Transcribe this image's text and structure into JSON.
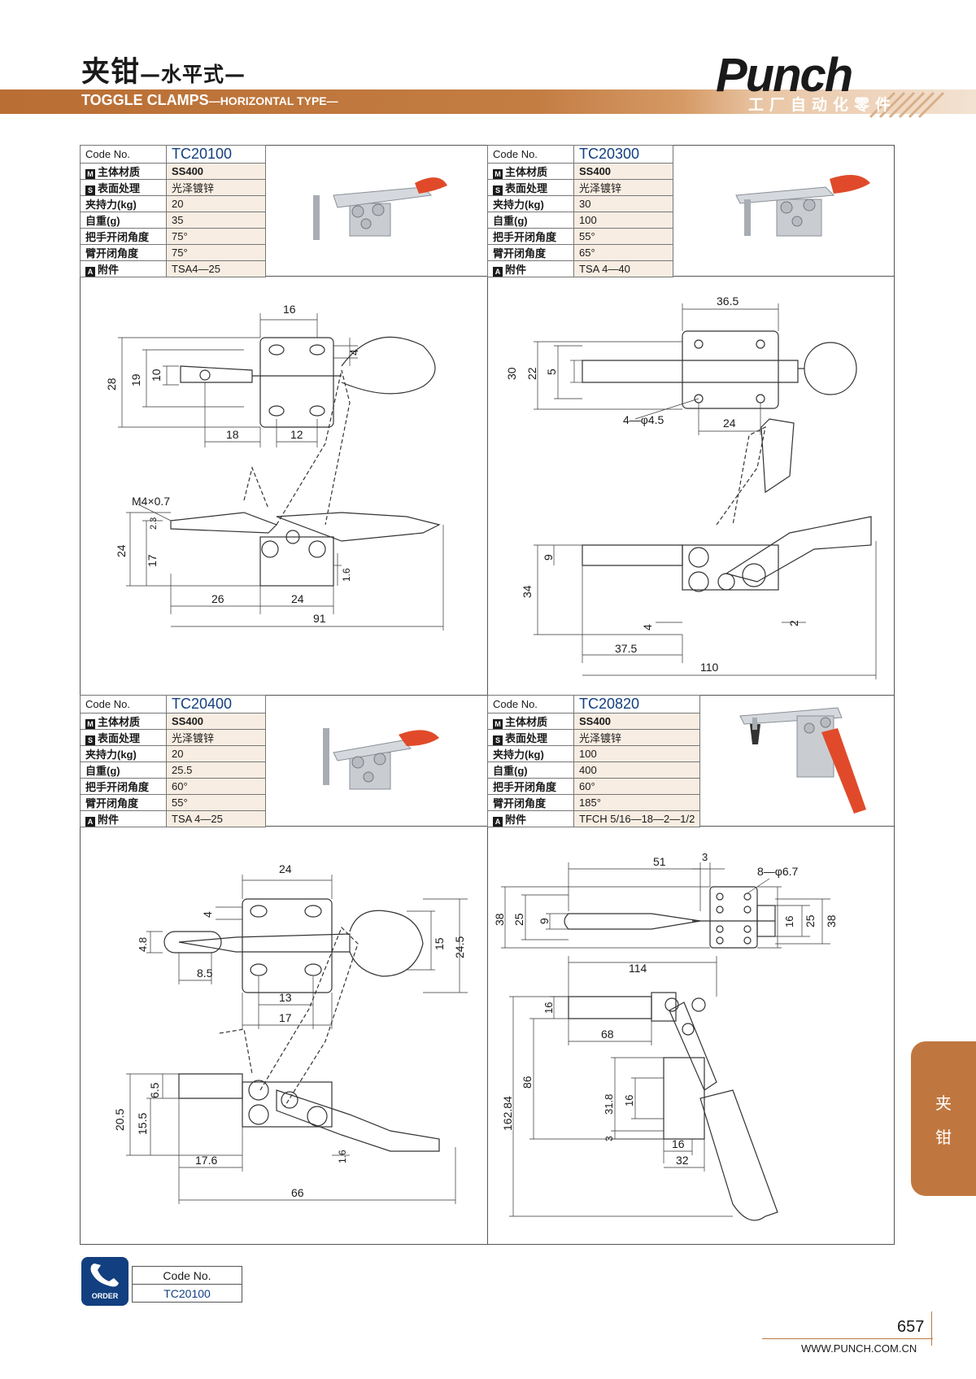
{
  "header": {
    "title_cn": "夹钳",
    "title_cn_sub": "—水平式—",
    "title_en": "TOGGLE CLAMPS",
    "title_en_sub": "—HORIZONTAL TYPE—",
    "logo_text": "Punch",
    "logo_tagline": "工厂自动化零件"
  },
  "colors": {
    "accent": "#c0773f",
    "code_blue": "#123f80",
    "cell_tint": "#f8ede2",
    "handle_red": "#e04a2a"
  },
  "products": [
    {
      "code_label": "Code No.",
      "code": "TC20100",
      "rows": [
        {
          "badge": "M",
          "label": "主体材质",
          "value": "SS400"
        },
        {
          "badge": "S",
          "label": "表面处理",
          "value": "光泽镀锌"
        },
        {
          "badge": "",
          "label": "夹持力(kg)",
          "value": "20"
        },
        {
          "badge": "",
          "label": "自重(g)",
          "value": "35"
        },
        {
          "badge": "",
          "label": "把手开闭角度",
          "value": "75°"
        },
        {
          "badge": "",
          "label": "臂开闭角度",
          "value": "75°"
        },
        {
          "badge": "A",
          "label": "附件",
          "value": "TSA4—25"
        }
      ],
      "dims": {
        "d16": "16",
        "d4": "4",
        "d28": "28",
        "d19": "19",
        "d10": "10",
        "d18": "18",
        "d12": "12",
        "thread": "M4×0.7",
        "d23": "2.3",
        "d24": "24",
        "d17": "17",
        "d16b": "1.6",
        "d26": "26",
        "d24b": "24",
        "d91": "91"
      }
    },
    {
      "code_label": "Code No.",
      "code": "TC20300",
      "rows": [
        {
          "badge": "M",
          "label": "主体材质",
          "value": "SS400"
        },
        {
          "badge": "S",
          "label": "表面处理",
          "value": "光泽镀锌"
        },
        {
          "badge": "",
          "label": "夹持力(kg)",
          "value": "30"
        },
        {
          "badge": "",
          "label": "自重(g)",
          "value": "100"
        },
        {
          "badge": "",
          "label": "把手开闭角度",
          "value": "55°"
        },
        {
          "badge": "",
          "label": "臂开闭角度",
          "value": "65°"
        },
        {
          "badge": "A",
          "label": "附件",
          "value": "TSA 4—40"
        }
      ],
      "dims": {
        "d365": "36.5",
        "d30": "30",
        "d22": "22",
        "d5": "5",
        "holes": "4—φ4.5",
        "d24": "24",
        "d9": "9",
        "d34": "34",
        "d4": "4",
        "d2": "2",
        "d375": "37.5",
        "d110": "110"
      }
    },
    {
      "code_label": "Code No.",
      "code": "TC20400",
      "rows": [
        {
          "badge": "M",
          "label": "主体材质",
          "value": "SS400"
        },
        {
          "badge": "S",
          "label": "表面处理",
          "value": "光泽镀锌"
        },
        {
          "badge": "",
          "label": "夹持力(kg)",
          "value": "20"
        },
        {
          "badge": "",
          "label": "自重(g)",
          "value": "25.5"
        },
        {
          "badge": "",
          "label": "把手开闭角度",
          "value": "60°"
        },
        {
          "badge": "",
          "label": "臂开闭角度",
          "value": "55°"
        },
        {
          "badge": "A",
          "label": "附件",
          "value": "TSA 4—25"
        }
      ],
      "dims": {
        "d24": "24",
        "d4": "4",
        "d48": "4.8",
        "d85": "8.5",
        "d15": "15",
        "d245": "24.5",
        "d13": "13",
        "d17": "17",
        "d205": "20.5",
        "d155": "15.5",
        "d65": "6.5",
        "d176": "17.6",
        "d16": "1.6",
        "d66": "66"
      }
    },
    {
      "code_label": "Code No.",
      "code": "TC20820",
      "rows": [
        {
          "badge": "M",
          "label": "主体材质",
          "value": "SS400"
        },
        {
          "badge": "S",
          "label": "表面处理",
          "value": "光泽镀锌"
        },
        {
          "badge": "",
          "label": "夹持力(kg)",
          "value": "100"
        },
        {
          "badge": "",
          "label": "自重(g)",
          "value": "400"
        },
        {
          "badge": "",
          "label": "把手开闭角度",
          "value": "60°"
        },
        {
          "badge": "",
          "label": "臂开闭角度",
          "value": "185°"
        },
        {
          "badge": "A",
          "label": "附件",
          "value": "TFCH 5/16—18—2—1/2"
        }
      ],
      "dims": {
        "d51": "51",
        "d3": "3",
        "holes": "8—φ6.7",
        "d38": "38",
        "d25": "25",
        "d9": "9",
        "d16": "16",
        "d25b": "25",
        "d38b": "38",
        "d114": "114",
        "d16c": "16",
        "d68": "68",
        "d86": "86",
        "d16284": "162.84",
        "d318": "31.8",
        "d16d": "16",
        "d3b": "3",
        "d16e": "16",
        "d32": "32"
      }
    }
  ],
  "side_tab": {
    "line1": "夹",
    "line2": "钳"
  },
  "order": {
    "icon_label": "ORDER",
    "code_label": "Code No.",
    "code": "TC20100"
  },
  "footer": {
    "page": "657",
    "site": "WWW.PUNCH.COM.CN"
  }
}
